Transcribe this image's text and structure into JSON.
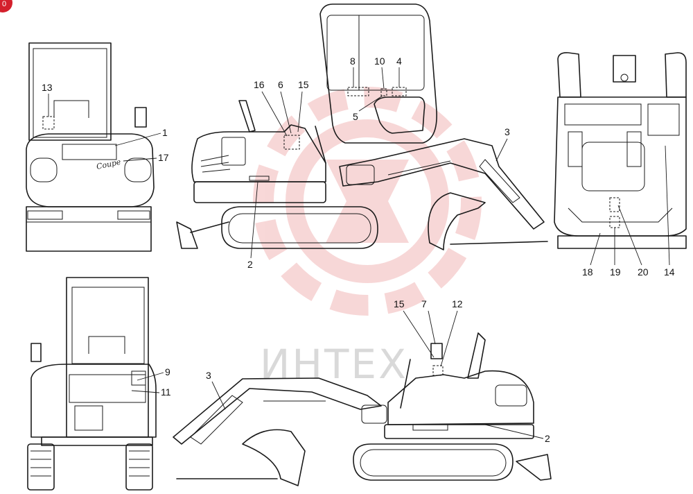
{
  "corner_badge": {
    "text": "0",
    "color": "#d4202c"
  },
  "watermark": {
    "text": "ИНТЕХ",
    "gear_color": "#f2b8b8",
    "text_color": "#d9d9d9"
  },
  "logo_script": "Coupe",
  "callouts": {
    "rear_view": [
      "13",
      "1",
      "17"
    ],
    "left_side_view": [
      "16",
      "6",
      "15",
      "8",
      "10",
      "4",
      "5",
      "3",
      "2"
    ],
    "front_view": [
      "18",
      "19",
      "20",
      "14"
    ],
    "open_rear_view": [
      "9",
      "11"
    ],
    "right_side_view": [
      "15",
      "7",
      "12",
      "3",
      "2"
    ]
  }
}
